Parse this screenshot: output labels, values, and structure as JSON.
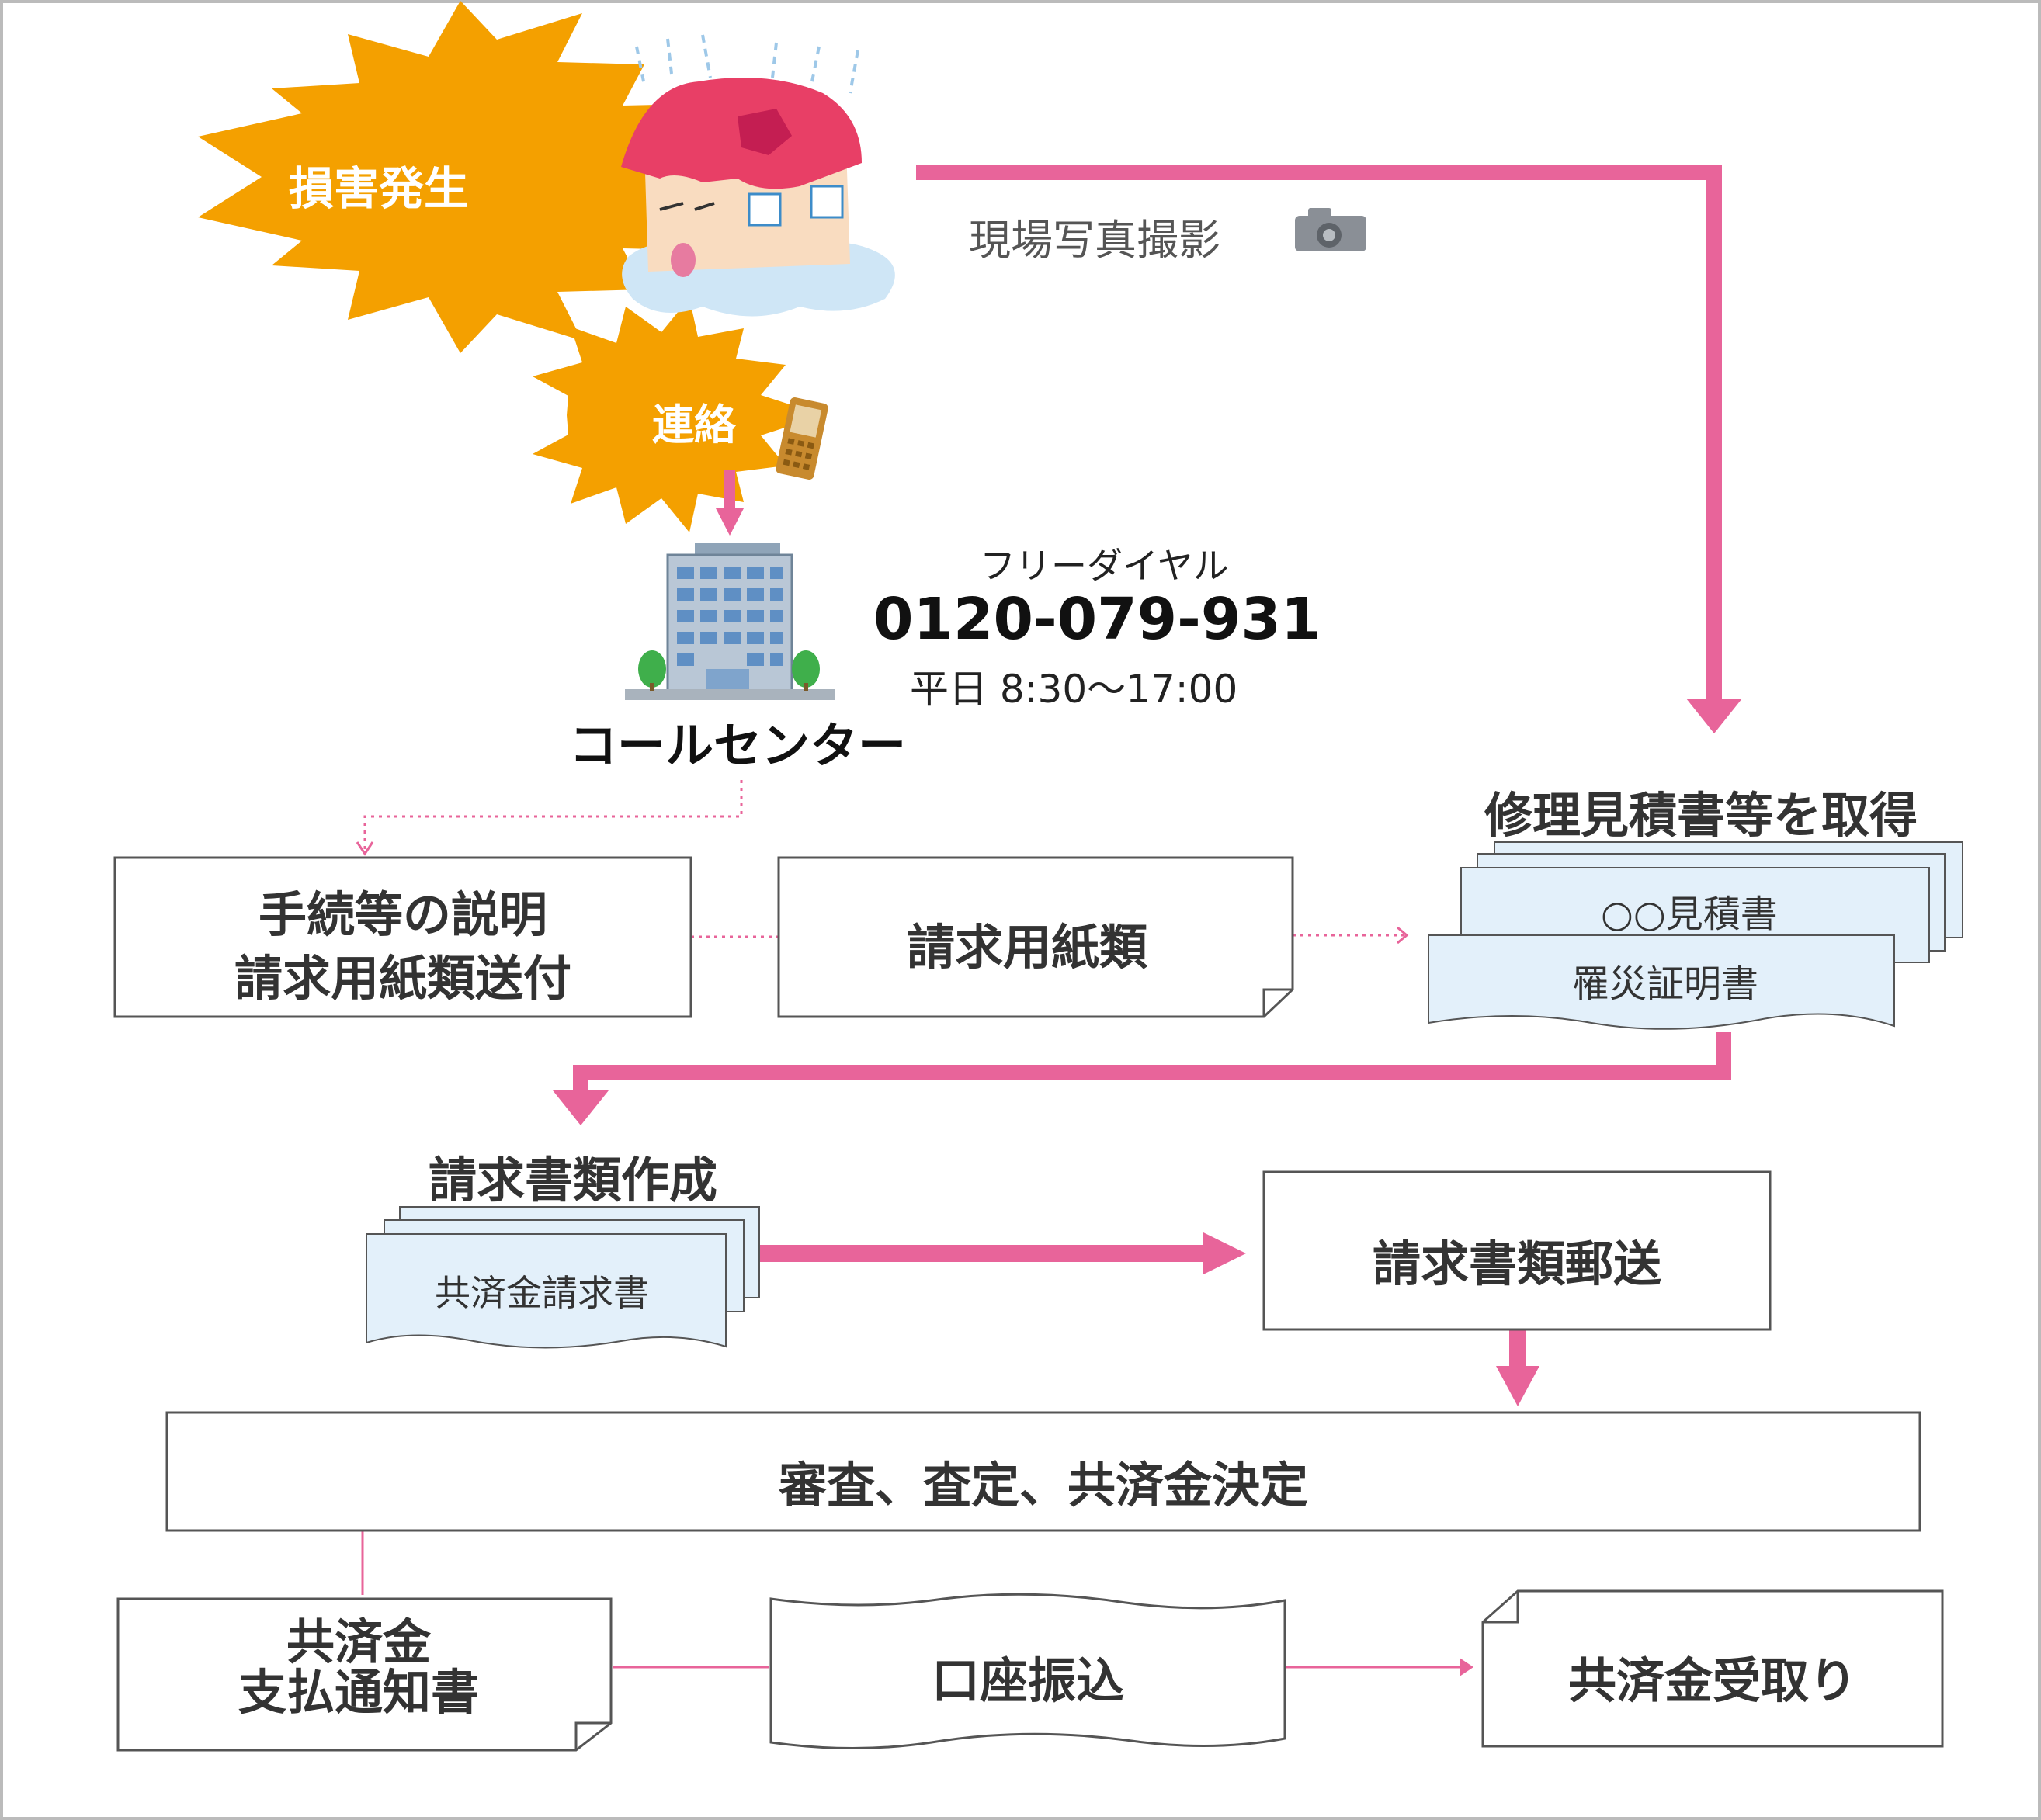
{
  "colors": {
    "accent_pink": "#E8649A",
    "burst_orange": "#F4A000",
    "doc_fill": "#E3F0FA",
    "box_border": "#555555",
    "frame_border": "#BBBBBB"
  },
  "damage": {
    "label": "損害発生"
  },
  "contact": {
    "label": "連絡"
  },
  "photo": {
    "label": "現場写真撮影",
    "icon": "camera-icon"
  },
  "call_center": {
    "label": "コールセンター",
    "free_dial_label": "フリーダイヤル",
    "phone": "0120-079-931",
    "hours": "平日 8:30〜17:00"
  },
  "estimate": {
    "title": "修理見積書等を取得",
    "doc_top": "○○見積書",
    "doc_bottom": "罹災証明書"
  },
  "procedure_box": {
    "line1": "手続等の説明",
    "line2": "請求用紙類送付"
  },
  "forms_box": {
    "label": "請求用紙類"
  },
  "create_docs": {
    "title": "請求書類作成",
    "doc_label": "共済金請求書"
  },
  "mail_box": {
    "label": "請求書類郵送"
  },
  "review_box": {
    "label": "審査、査定、共済金決定"
  },
  "notice_box": {
    "line1": "共済金",
    "line2": "支払通知書"
  },
  "transfer_box": {
    "label": "口座振込"
  },
  "receive_box": {
    "label": "共済金受取り"
  }
}
